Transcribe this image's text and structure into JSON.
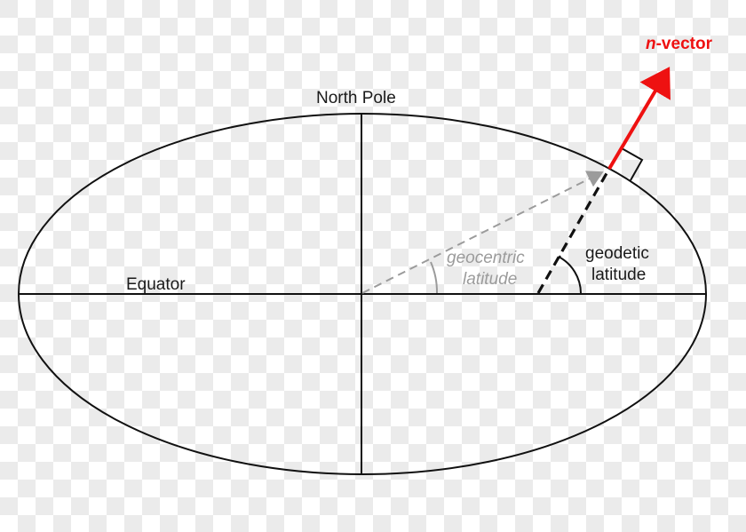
{
  "diagram": {
    "title": "Ellipsoid latitude diagram",
    "labels": {
      "north_pole": "North Pole",
      "equator": "Equator",
      "geocentric_line1": "geocentric",
      "geocentric_line2": "latitude",
      "geodetic_line1": "geodetic",
      "geodetic_line2": "latitude",
      "n_vector_prefix": "n",
      "n_vector_suffix": "-vector"
    },
    "colors": {
      "outline": "#111111",
      "geocentric": "#9b9b9b",
      "geodetic": "#111111",
      "n_vector": "#ee1111",
      "background_check": "#ebebeb"
    },
    "elements": [
      "ellipse (meridian cross-section)",
      "polar axis",
      "equatorial axis",
      "geocentric radius (grey dashed, arrow)",
      "geodetic normal (black dashed)",
      "n-vector (red arrow, normal to surface)",
      "right-angle marker",
      "geocentric latitude arc",
      "geodetic latitude arc"
    ]
  }
}
